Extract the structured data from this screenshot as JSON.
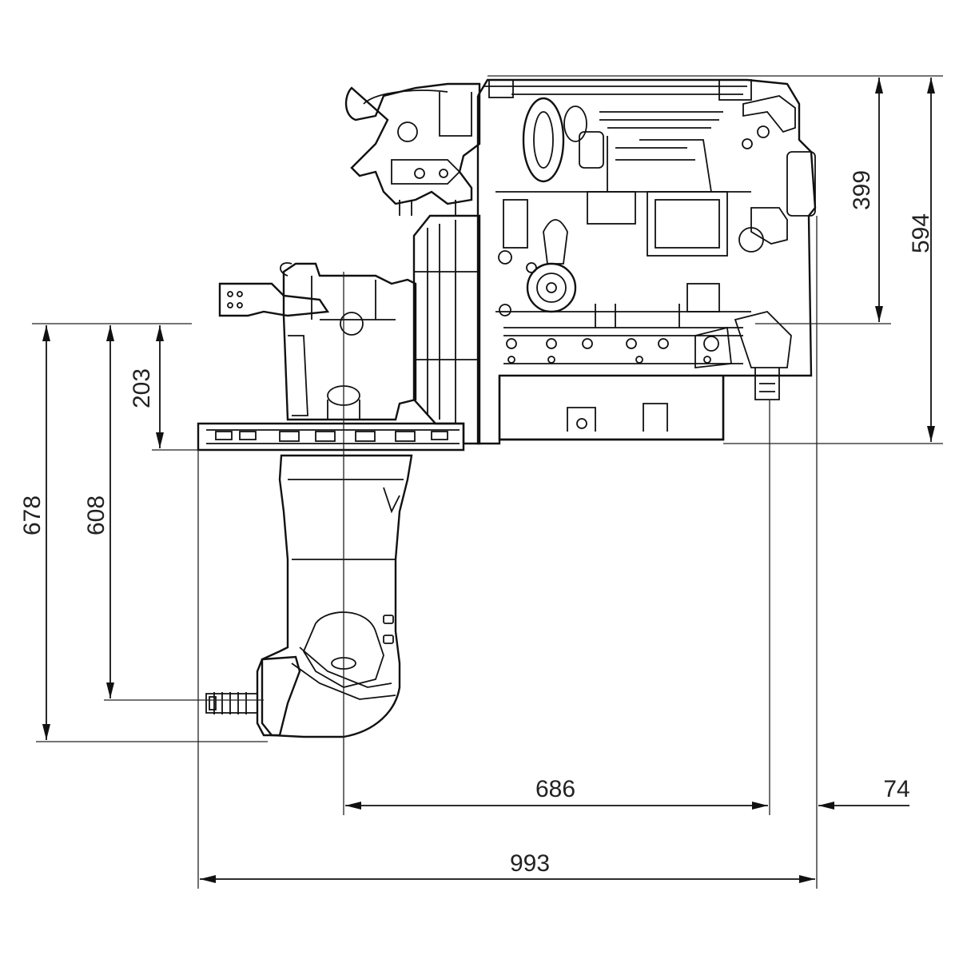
{
  "drawing": {
    "subject": "engine-with-saildrive",
    "dimensions": {
      "height_top_to_pan": "594",
      "height_top_to_mount": "399",
      "height_mount_to_base": "203",
      "height_base_to_shaft": "608",
      "height_total_leg": "678",
      "length_shaft_to_rear": "686",
      "length_rear_offset": "74",
      "length_overall": "993"
    }
  }
}
